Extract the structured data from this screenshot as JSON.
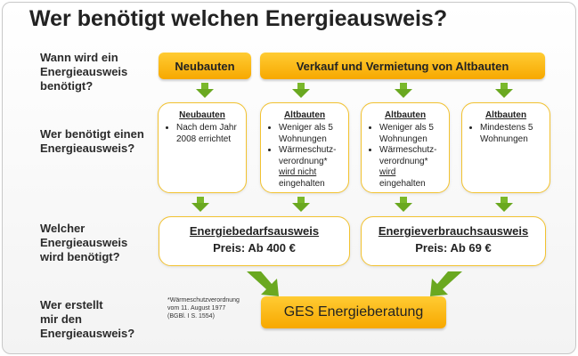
{
  "title": "Wer benötigt welchen Energieausweis?",
  "questions": {
    "q1": [
      "Wann wird ein",
      "Energieausweis",
      "benötigt?"
    ],
    "q2": [
      "Wer benötigt einen",
      "Energieausweis?"
    ],
    "q3": [
      "Welcher",
      "Energieausweis",
      "wird benötigt?"
    ],
    "q4": [
      "Wer erstellt",
      "mir den",
      "Energieausweis?"
    ]
  },
  "top": {
    "neubauten": "Neubauten",
    "altbauten": "Verkauf und Vermietung von Altbauten"
  },
  "cards": [
    {
      "heading": "Neubauten",
      "items": [
        "Nach dem Jahr 2008 errichtet"
      ]
    },
    {
      "heading": "Altbauten",
      "items": [
        "Weniger als 5 Wohnungen",
        "Wärmeschutz-verordnung*",
        "wird nicht",
        "eingehalten"
      ]
    },
    {
      "heading": "Altbauten",
      "items": [
        "Weniger als 5 Wohnungen",
        "Wärmeschutz-verordnung*",
        "wird",
        "eingehalten"
      ]
    },
    {
      "heading": "Altbauten",
      "items": [
        "Mindestens 5 Wohnungen"
      ]
    }
  ],
  "results": {
    "bedarf_title": "Energiebedarfsausweis",
    "bedarf_price": "Preis: Ab 400 €",
    "verbrauch_title": "Energieverbrauchsausweis",
    "verbrauch_price": "Preis: Ab 69 €"
  },
  "footnote": [
    "*Wärmeschutzverordnung",
    "vom 11. August 1977",
    "(BGBl. I S. 1554)"
  ],
  "provider": "GES Energieberatung",
  "colors": {
    "accent": "#f7a800",
    "border": "#f2c230",
    "arrow": "#6aa820"
  }
}
